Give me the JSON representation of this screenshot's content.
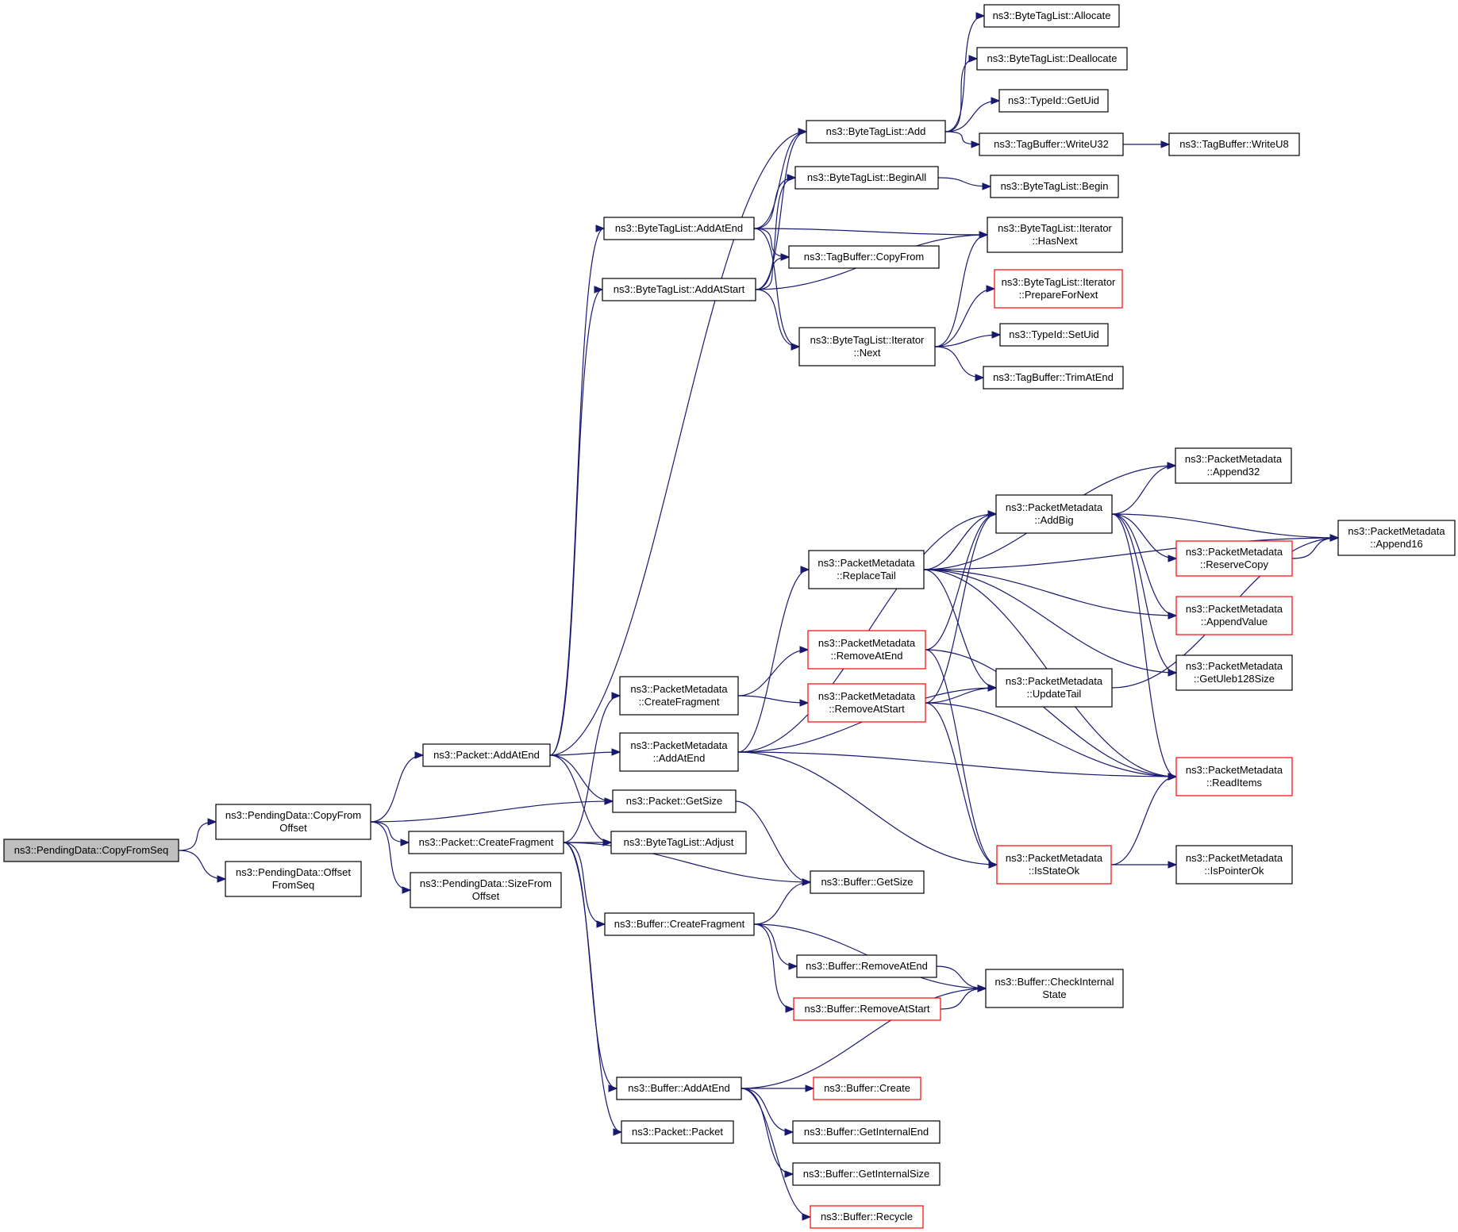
{
  "colors": {
    "edge": "#191970",
    "node_border": "#000000",
    "node_border_truncated": "#ff0000",
    "root_fill": "#bfbfbf",
    "node_fill": "#ffffff"
  },
  "nodes": [
    {
      "id": "root",
      "lines": [
        "ns3::PendingData::CopyFromSeq"
      ],
      "style": "root"
    },
    {
      "id": "cfo",
      "lines": [
        "ns3::PendingData::CopyFrom",
        "Offset"
      ]
    },
    {
      "id": "ofs",
      "lines": [
        "ns3::PendingData::Offset",
        "FromSeq"
      ]
    },
    {
      "id": "sfo",
      "lines": [
        "ns3::PendingData::SizeFrom",
        "Offset"
      ]
    },
    {
      "id": "pae",
      "lines": [
        "ns3::Packet::AddAtEnd"
      ]
    },
    {
      "id": "pcf",
      "lines": [
        "ns3::Packet::CreateFragment"
      ]
    },
    {
      "id": "pgs",
      "lines": [
        "ns3::Packet::GetSize"
      ]
    },
    {
      "id": "btladj",
      "lines": [
        "ns3::ByteTagList::Adjust"
      ]
    },
    {
      "id": "btlae",
      "lines": [
        "ns3::ByteTagList::AddAtEnd"
      ]
    },
    {
      "id": "btlas",
      "lines": [
        "ns3::ByteTagList::AddAtStart"
      ]
    },
    {
      "id": "btladd",
      "lines": [
        "ns3::ByteTagList::Add"
      ]
    },
    {
      "id": "btlba",
      "lines": [
        "ns3::ByteTagList::BeginAll"
      ]
    },
    {
      "id": "tbcf",
      "lines": [
        "ns3::TagBuffer::CopyFrom"
      ]
    },
    {
      "id": "btlin",
      "lines": [
        "ns3::ByteTagList::Iterator",
        "::Next"
      ]
    },
    {
      "id": "btlalloc",
      "lines": [
        "ns3::ByteTagList::Allocate"
      ]
    },
    {
      "id": "btldealloc",
      "lines": [
        "ns3::ByteTagList::Deallocate"
      ]
    },
    {
      "id": "tigu",
      "lines": [
        "ns3::TypeId::GetUid"
      ]
    },
    {
      "id": "tbw32",
      "lines": [
        "ns3::TagBuffer::WriteU32"
      ]
    },
    {
      "id": "tbw8",
      "lines": [
        "ns3::TagBuffer::WriteU8"
      ]
    },
    {
      "id": "btlbegin",
      "lines": [
        "ns3::ByteTagList::Begin"
      ]
    },
    {
      "id": "btlhn",
      "lines": [
        "ns3::ByteTagList::Iterator",
        "::HasNext"
      ]
    },
    {
      "id": "btlpfn",
      "lines": [
        "ns3::ByteTagList::Iterator",
        "::PrepareForNext"
      ],
      "style": "red"
    },
    {
      "id": "tisu",
      "lines": [
        "ns3::TypeId::SetUid"
      ]
    },
    {
      "id": "tbtae",
      "lines": [
        "ns3::TagBuffer::TrimAtEnd"
      ]
    },
    {
      "id": "pmcf",
      "lines": [
        "ns3::PacketMetadata",
        "::CreateFragment"
      ]
    },
    {
      "id": "pmae",
      "lines": [
        "ns3::PacketMetadata",
        "::AddAtEnd"
      ]
    },
    {
      "id": "pmrt",
      "lines": [
        "ns3::PacketMetadata",
        "::ReplaceTail"
      ]
    },
    {
      "id": "pmrae",
      "lines": [
        "ns3::PacketMetadata",
        "::RemoveAtEnd"
      ],
      "style": "red"
    },
    {
      "id": "pmras",
      "lines": [
        "ns3::PacketMetadata",
        "::RemoveAtStart"
      ],
      "style": "red"
    },
    {
      "id": "pmab",
      "lines": [
        "ns3::PacketMetadata",
        "::AddBig"
      ]
    },
    {
      "id": "pmut",
      "lines": [
        "ns3::PacketMetadata",
        "::UpdateTail"
      ]
    },
    {
      "id": "pmiso",
      "lines": [
        "ns3::PacketMetadata",
        "::IsStateOk"
      ],
      "style": "red"
    },
    {
      "id": "pma32",
      "lines": [
        "ns3::PacketMetadata",
        "::Append32"
      ]
    },
    {
      "id": "pma16",
      "lines": [
        "ns3::PacketMetadata",
        "::Append16"
      ]
    },
    {
      "id": "pmrc",
      "lines": [
        "ns3::PacketMetadata",
        "::ReserveCopy"
      ],
      "style": "red"
    },
    {
      "id": "pmav",
      "lines": [
        "ns3::PacketMetadata",
        "::AppendValue"
      ],
      "style": "red"
    },
    {
      "id": "pmgu",
      "lines": [
        "ns3::PacketMetadata",
        "::GetUleb128Size"
      ]
    },
    {
      "id": "pmri",
      "lines": [
        "ns3::PacketMetadata",
        "::ReadItems"
      ],
      "style": "red"
    },
    {
      "id": "pmipo",
      "lines": [
        "ns3::PacketMetadata",
        "::IsPointerOk"
      ]
    },
    {
      "id": "bgs",
      "lines": [
        "ns3::Buffer::GetSize"
      ]
    },
    {
      "id": "bcf",
      "lines": [
        "ns3::Buffer::CreateFragment"
      ]
    },
    {
      "id": "brae",
      "lines": [
        "ns3::Buffer::RemoveAtEnd"
      ]
    },
    {
      "id": "bras",
      "lines": [
        "ns3::Buffer::RemoveAtStart"
      ],
      "style": "red"
    },
    {
      "id": "bcis",
      "lines": [
        "ns3::Buffer::CheckInternal",
        "State"
      ]
    },
    {
      "id": "bae",
      "lines": [
        "ns3::Buffer::AddAtEnd"
      ]
    },
    {
      "id": "bcreate",
      "lines": [
        "ns3::Buffer::Create"
      ],
      "style": "red"
    },
    {
      "id": "bgie",
      "lines": [
        "ns3::Buffer::GetInternalEnd"
      ]
    },
    {
      "id": "bgis",
      "lines": [
        "ns3::Buffer::GetInternalSize"
      ]
    },
    {
      "id": "brec",
      "lines": [
        "ns3::Buffer::Recycle"
      ],
      "style": "red"
    },
    {
      "id": "pp",
      "lines": [
        "ns3::Packet::Packet"
      ]
    }
  ],
  "edges": [
    [
      "root",
      "cfo"
    ],
    [
      "root",
      "ofs"
    ],
    [
      "cfo",
      "pae"
    ],
    [
      "cfo",
      "pgs"
    ],
    [
      "cfo",
      "pcf"
    ],
    [
      "cfo",
      "sfo"
    ],
    [
      "pae",
      "btladd"
    ],
    [
      "pae",
      "btlae"
    ],
    [
      "pae",
      "btlas"
    ],
    [
      "pae",
      "pmae"
    ],
    [
      "pae",
      "pgs"
    ],
    [
      "pae",
      "btladj"
    ],
    [
      "pcf",
      "pmcf"
    ],
    [
      "pcf",
      "btladj"
    ],
    [
      "pcf",
      "bgs"
    ],
    [
      "pcf",
      "bcf"
    ],
    [
      "pcf",
      "bae"
    ],
    [
      "pcf",
      "pp"
    ],
    [
      "btlae",
      "btladd"
    ],
    [
      "btlae",
      "btlba"
    ],
    [
      "btlae",
      "btlhn"
    ],
    [
      "btlae",
      "tbcf"
    ],
    [
      "btlae",
      "btlin"
    ],
    [
      "btlas",
      "btladd"
    ],
    [
      "btlas",
      "btlba"
    ],
    [
      "btlas",
      "tbcf"
    ],
    [
      "btlas",
      "btlhn"
    ],
    [
      "btlas",
      "btlin"
    ],
    [
      "btladd",
      "btlalloc"
    ],
    [
      "btladd",
      "btldealloc"
    ],
    [
      "btladd",
      "tigu"
    ],
    [
      "btladd",
      "tbw32"
    ],
    [
      "tbw32",
      "tbw8"
    ],
    [
      "btlba",
      "btlbegin"
    ],
    [
      "btlin",
      "btlhn"
    ],
    [
      "btlin",
      "btlpfn"
    ],
    [
      "btlin",
      "tisu"
    ],
    [
      "btlin",
      "tbtae"
    ],
    [
      "pmcf",
      "pmrae"
    ],
    [
      "pmcf",
      "pmras"
    ],
    [
      "pmae",
      "pmrt"
    ],
    [
      "pmae",
      "pmab"
    ],
    [
      "pmae",
      "pmut"
    ],
    [
      "pmae",
      "pmri"
    ],
    [
      "pmae",
      "pmiso"
    ],
    [
      "pmrt",
      "pma16"
    ],
    [
      "pmrt",
      "pma32"
    ],
    [
      "pmrt",
      "pmab"
    ],
    [
      "pmrt",
      "pmav"
    ],
    [
      "pmrt",
      "pmgu"
    ],
    [
      "pmrt",
      "pmut"
    ],
    [
      "pmrt",
      "pmri"
    ],
    [
      "pmrae",
      "pmab"
    ],
    [
      "pmrae",
      "pmri"
    ],
    [
      "pmrae",
      "pmiso"
    ],
    [
      "pmras",
      "pmab"
    ],
    [
      "pmras",
      "pmut"
    ],
    [
      "pmras",
      "pmri"
    ],
    [
      "pmras",
      "pmiso"
    ],
    [
      "pmab",
      "pma32"
    ],
    [
      "pmab",
      "pma16"
    ],
    [
      "pmab",
      "pmrc"
    ],
    [
      "pmab",
      "pmav"
    ],
    [
      "pmab",
      "pmgu"
    ],
    [
      "pmab",
      "pmri"
    ],
    [
      "pmrc",
      "pma16"
    ],
    [
      "pmut",
      "pma16"
    ],
    [
      "pmiso",
      "pmri"
    ],
    [
      "pmiso",
      "pmipo"
    ],
    [
      "pgs",
      "bgs"
    ],
    [
      "bcf",
      "bgs"
    ],
    [
      "bcf",
      "brae"
    ],
    [
      "bcf",
      "bras"
    ],
    [
      "bcf",
      "bcis"
    ],
    [
      "brae",
      "bcis"
    ],
    [
      "bras",
      "bcis"
    ],
    [
      "bae",
      "bcis"
    ],
    [
      "bae",
      "bcreate"
    ],
    [
      "bae",
      "bgie"
    ],
    [
      "bae",
      "bgis"
    ],
    [
      "bae",
      "brec"
    ]
  ]
}
